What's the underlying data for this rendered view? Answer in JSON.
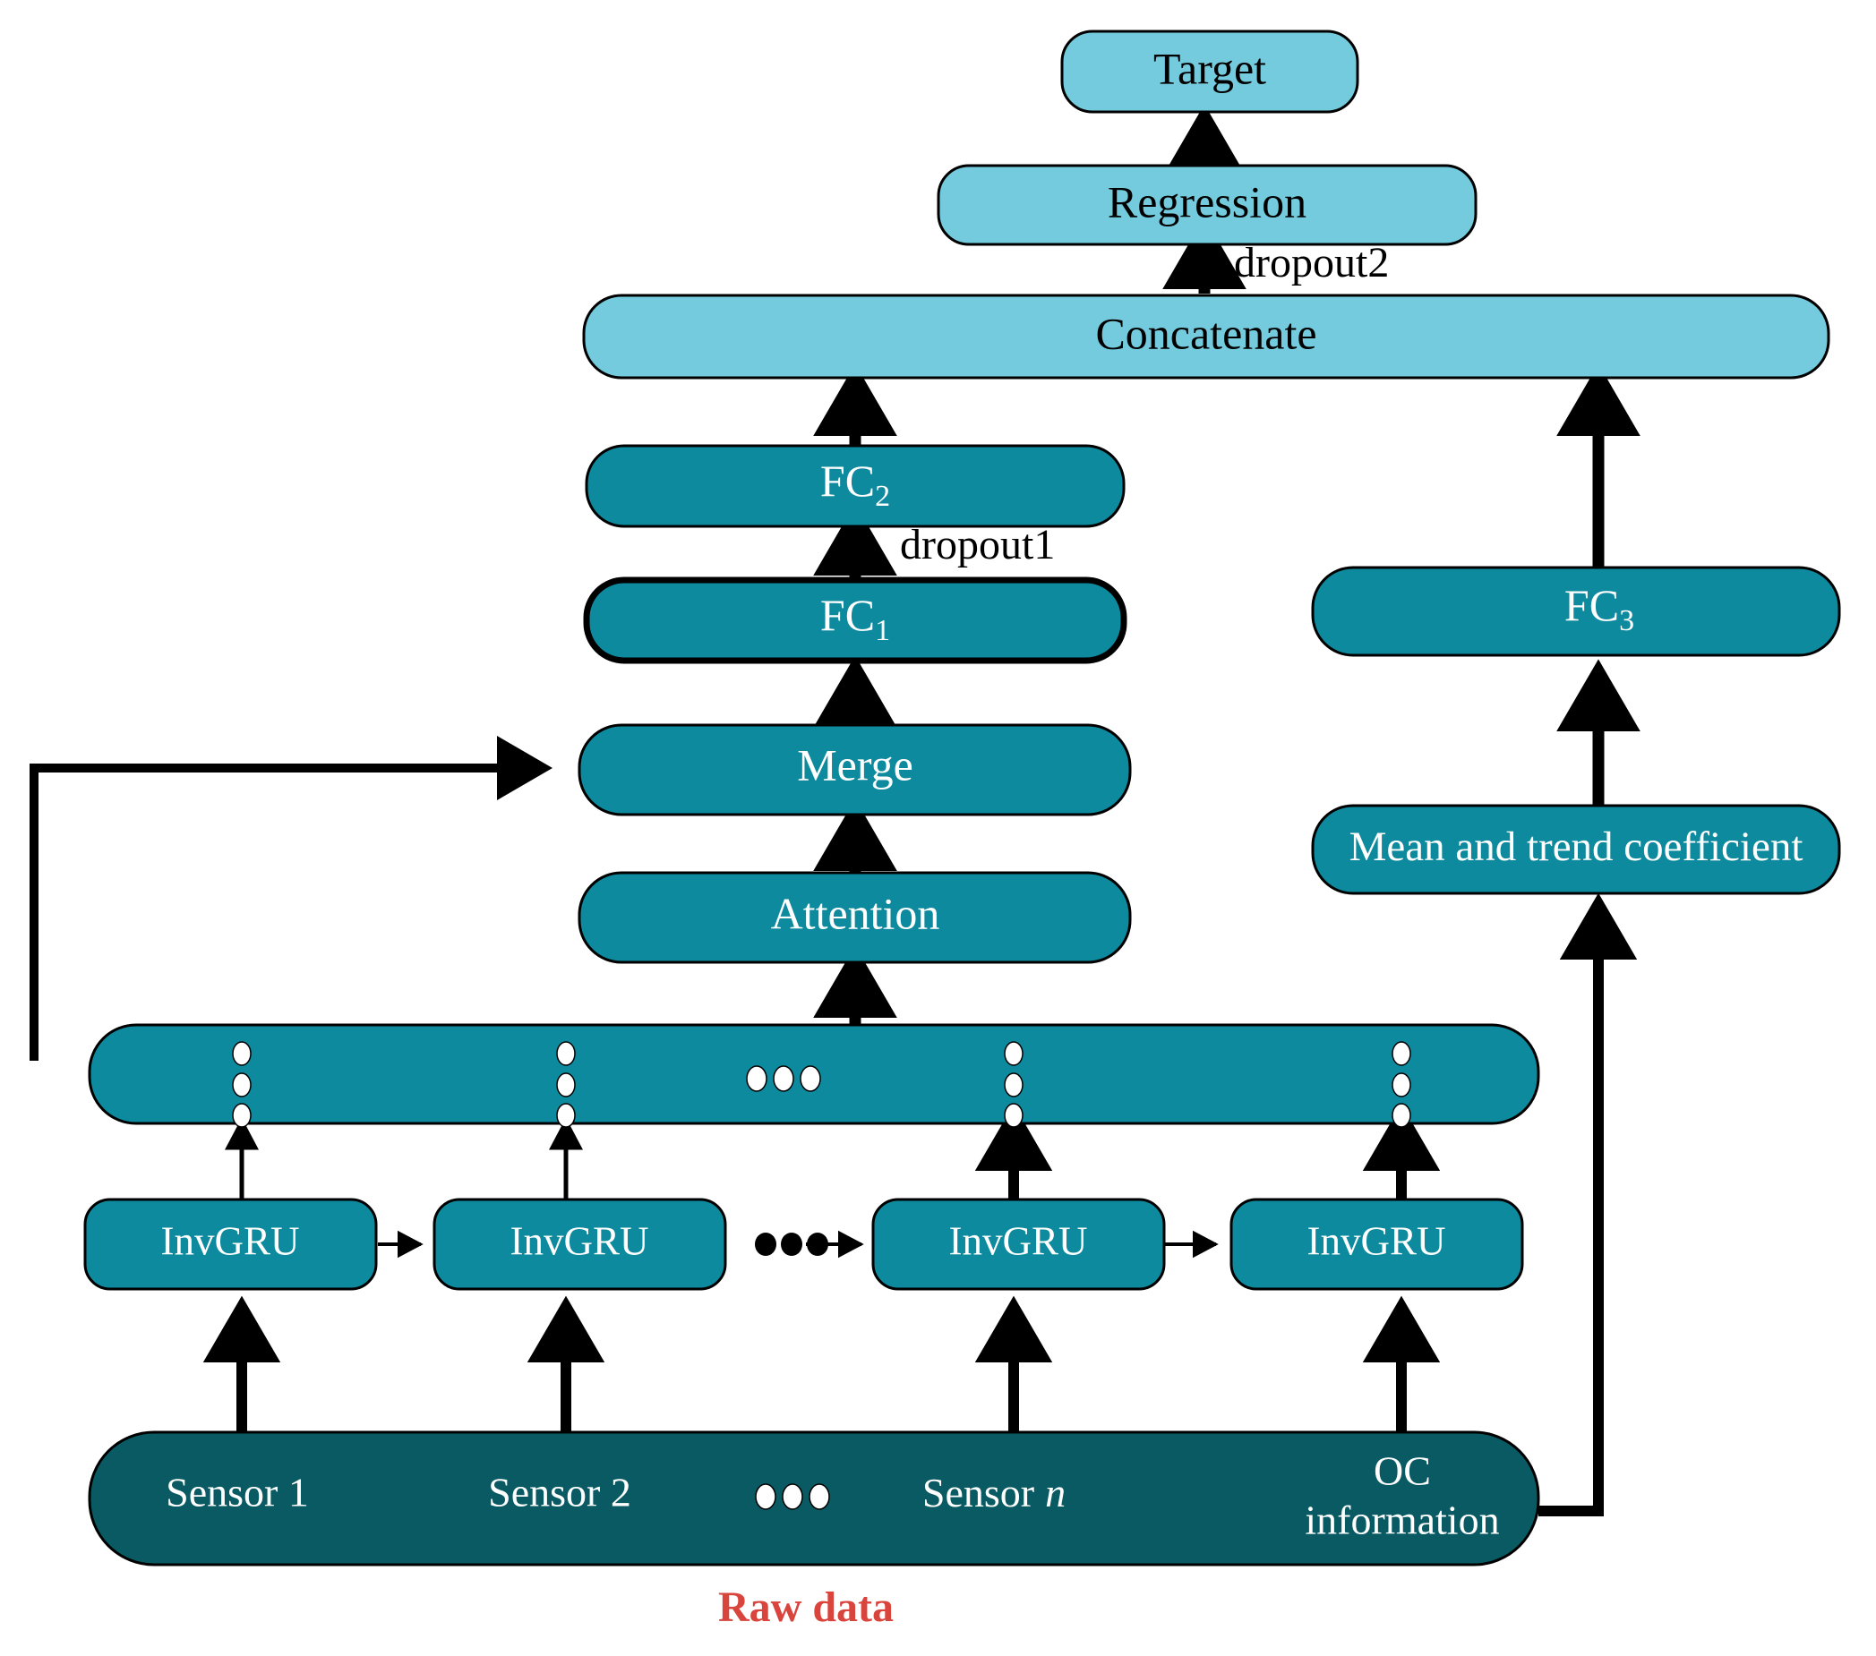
{
  "figure": {
    "type": "architecture-diagram",
    "caption": "Raw data",
    "caption_color": "#d9453d",
    "background": "#ffffff"
  },
  "palette": {
    "light_teal": "#74cbdd",
    "mid_teal": "#0d8a9e",
    "dark_teal": "#0a5a63",
    "outline": "#000000",
    "label_light": "#ffffff",
    "label_dark": "#000000",
    "caption_red": "#d9453d"
  },
  "nodes": {
    "target": {
      "label": "Target",
      "color": "#74cbdd",
      "text_color": "#000000"
    },
    "regression": {
      "label": "Regression",
      "color": "#74cbdd",
      "text_color": "#000000"
    },
    "concatenate": {
      "label": "Concatenate",
      "color": "#74cbdd",
      "text_color": "#000000"
    },
    "fc2": {
      "label": "FC",
      "subscript": "2",
      "color": "#0d8a9e",
      "text_color": "#ffffff"
    },
    "fc1": {
      "label": "FC",
      "subscript": "1",
      "color": "#0d8a9e",
      "text_color": "#ffffff"
    },
    "merge": {
      "label": "Merge",
      "color": "#0d8a9e",
      "text_color": "#ffffff"
    },
    "attention": {
      "label": "Attention",
      "color": "#0d8a9e",
      "text_color": "#ffffff"
    },
    "fc3": {
      "label": "FC",
      "subscript": "3",
      "color": "#0d8a9e",
      "text_color": "#ffffff"
    },
    "mean_trend": {
      "label": "Mean and trend coefficient",
      "color": "#0d8a9e",
      "text_color": "#ffffff"
    },
    "hidden_bar": {
      "label": "",
      "color": "#0d8a9e",
      "text_color": "#ffffff"
    },
    "raw_data_bar": {
      "label": "",
      "color": "#0a5a63",
      "text_color": "#ffffff"
    }
  },
  "gru_row": {
    "label": "InvGRU",
    "color": "#0d8a9e",
    "text_color": "#ffffff",
    "cells": [
      {
        "label": "InvGRU"
      },
      {
        "label": "InvGRU"
      },
      {
        "label": "InvGRU"
      },
      {
        "label": "InvGRU"
      }
    ],
    "ellipsis": "•••"
  },
  "raw_inputs": [
    {
      "label": "Sensor 1"
    },
    {
      "label": "Sensor 2"
    },
    {
      "label": "Sensor",
      "italic_suffix": "n"
    },
    {
      "label_line1": "OC",
      "label_line2": "information"
    }
  ],
  "raw_ellipsis": "•••",
  "annotations": [
    {
      "name": "dropout2",
      "text": "dropout2"
    },
    {
      "name": "dropout1",
      "text": "dropout1"
    }
  ],
  "ellipsis_markers": {
    "vertical_dots_count": 3,
    "horizontal_dots": "•••"
  }
}
